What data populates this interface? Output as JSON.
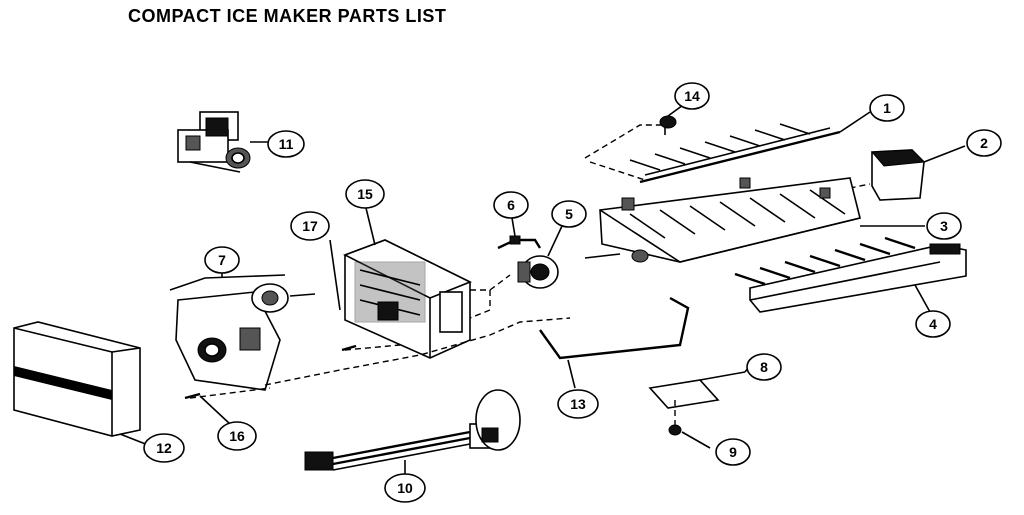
{
  "title": "COMPACT ICE MAKER PARTS LIST",
  "callouts": [
    {
      "id": "c1",
      "label": "1"
    },
    {
      "id": "c2",
      "label": "2"
    },
    {
      "id": "c3",
      "label": "3"
    },
    {
      "id": "c4",
      "label": "4"
    },
    {
      "id": "c5",
      "label": "5"
    },
    {
      "id": "c6",
      "label": "6"
    },
    {
      "id": "c7",
      "label": "7"
    },
    {
      "id": "c8",
      "label": "8"
    },
    {
      "id": "c9",
      "label": "9"
    },
    {
      "id": "c10",
      "label": "10"
    },
    {
      "id": "c11",
      "label": "11"
    },
    {
      "id": "c12",
      "label": "12"
    },
    {
      "id": "c13",
      "label": "13"
    },
    {
      "id": "c14",
      "label": "14"
    },
    {
      "id": "c15",
      "label": "15"
    },
    {
      "id": "c16",
      "label": "16"
    },
    {
      "id": "c17",
      "label": "17"
    }
  ]
}
